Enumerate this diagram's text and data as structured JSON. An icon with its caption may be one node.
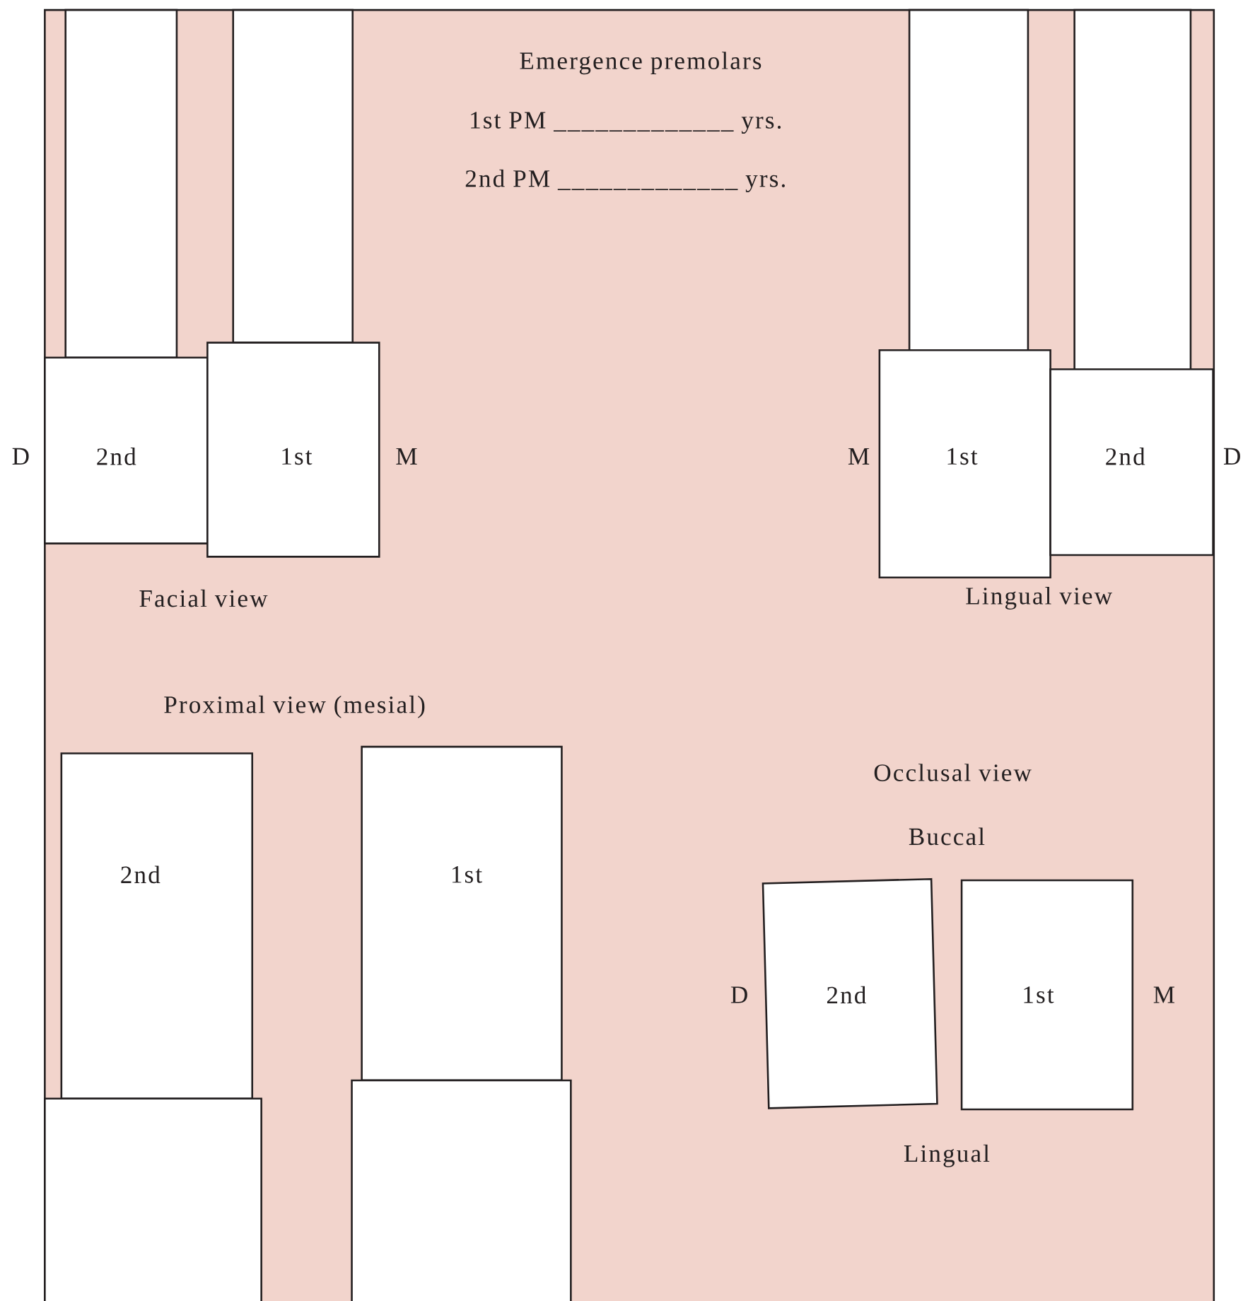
{
  "diagram": {
    "nodes": [
      {
        "text": [],
        "shape": "box"
      },
      {
        "text": [],
        "shape": "box"
      },
      {
        "text": [
          "2nd"
        ]
      },
      {
        "text": [
          "1st"
        ]
      },
      {
        "text": [],
        "shape": "box"
      },
      {
        "text": [],
        "shape": "box"
      },
      {
        "text": [
          "1st"
        ]
      },
      {
        "text": [
          "2nd"
        ]
      },
      {
        "text": [
          "2nd"
        ]
      },
      {
        "text": [
          "1st"
        ]
      },
      {
        "text": [],
        "shape": "box"
      },
      {
        "text": [],
        "shape": "box"
      },
      {
        "text": [
          "2nd"
        ]
      },
      {
        "text": [
          "1st"
        ]
      }
    ],
    "labels": [
      "Emergence premolars",
      "1st PM _____________ yrs.",
      "2nd PM _____________ yrs.",
      "D",
      "M",
      "M",
      "D",
      "Facial view",
      "Lingual view",
      "Proximal view (mesial)",
      "Occlusal view",
      "Buccal",
      "D",
      "M",
      "Lingual"
    ]
  }
}
